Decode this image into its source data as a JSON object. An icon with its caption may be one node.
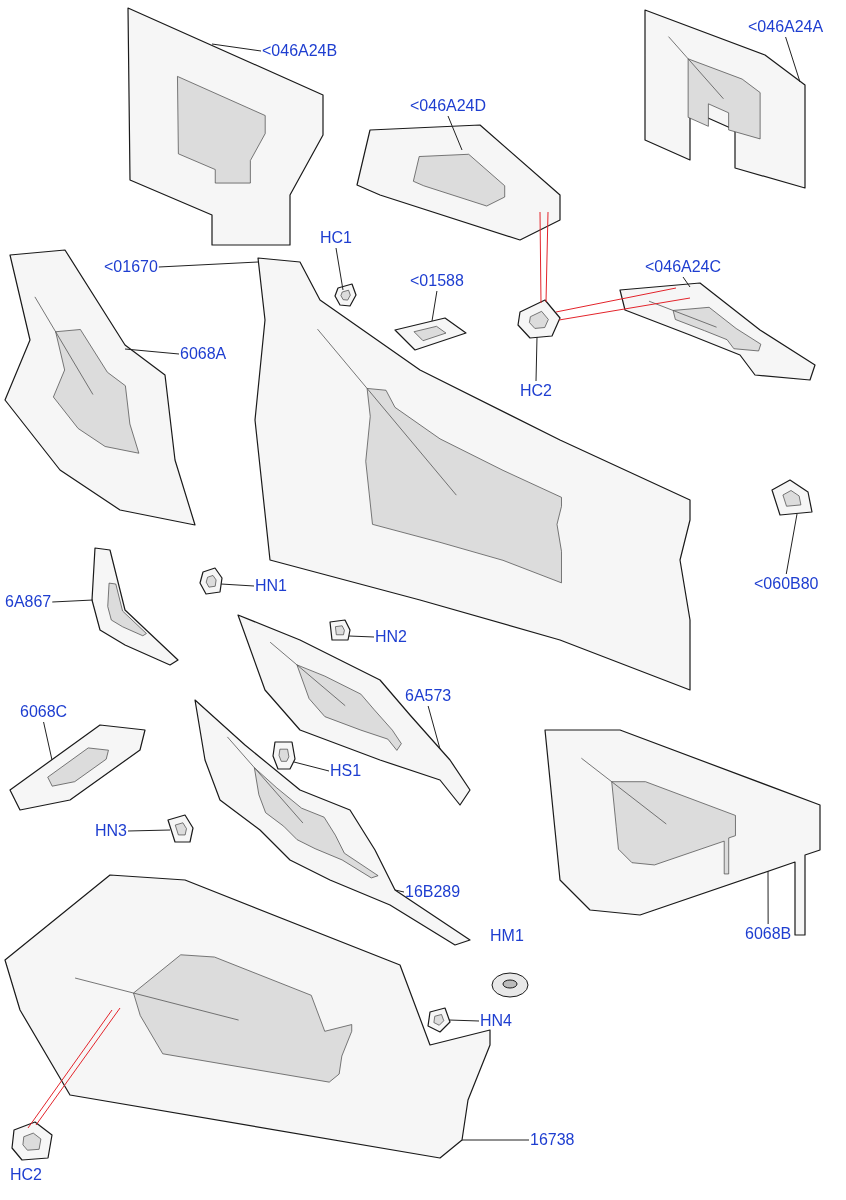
{
  "diagram": {
    "nodes": [
      {
        "text": [
          "<046A24B"
        ]
      },
      {
        "text": [],
        "shape": "picture"
      },
      {
        "text": [
          "<046A24A"
        ]
      },
      {
        "text": [],
        "shape": "picture"
      },
      {
        "text": [
          "<046A24D"
        ]
      },
      {
        "text": [],
        "shape": "picture"
      },
      {
        "text": [
          "HC1"
        ]
      },
      {
        "text": [],
        "shape": "picture"
      },
      {
        "text": [
          "<01670"
        ]
      },
      {
        "text": [],
        "shape": "picture"
      },
      {
        "text": [
          "<01588"
        ]
      },
      {
        "text": [],
        "shape": "picture"
      },
      {
        "text": [
          "<046A24C"
        ]
      },
      {
        "text": [],
        "shape": "picture"
      },
      {
        "text": [
          "HC2"
        ]
      },
      {
        "text": [],
        "shape": "picture"
      },
      {
        "text": [
          "6068A"
        ]
      },
      {
        "text": [],
        "shape": "picture"
      },
      {
        "text": [
          "<060B80"
        ]
      },
      {
        "text": [],
        "shape": "picture"
      },
      {
        "text": [
          "6A867"
        ]
      },
      {
        "text": [],
        "shape": "picture"
      },
      {
        "text": [
          "HN1"
        ]
      },
      {
        "text": [],
        "shape": "picture"
      },
      {
        "text": [
          "HN2"
        ]
      },
      {
        "text": [],
        "shape": "picture"
      },
      {
        "text": [
          "6A573"
        ]
      },
      {
        "text": [],
        "shape": "picture"
      },
      {
        "text": [
          "6068C"
        ]
      },
      {
        "text": [],
        "shape": "picture"
      },
      {
        "text": [
          "HS1"
        ]
      },
      {
        "text": [],
        "shape": "picture"
      },
      {
        "text": [
          "HN3"
        ]
      },
      {
        "text": [],
        "shape": "picture"
      },
      {
        "text": [
          "16B289"
        ]
      },
      {
        "text": [],
        "shape": "picture"
      },
      {
        "text": [
          "6068B"
        ]
      },
      {
        "text": [],
        "shape": "picture"
      },
      {
        "text": [
          "HN4"
        ]
      },
      {
        "text": [],
        "shape": "picture"
      },
      {
        "text": [],
        "shape": "picture",
        "beside": [
          "HC2"
        ]
      },
      {
        "text": [
          "16738"
        ]
      },
      {
        "text": [],
        "shape": "picture"
      }
    ],
    "edges": [
      {
        "from": 0,
        "to": 1,
        "arrow": "none"
      },
      {
        "from": 2,
        "to": 3,
        "arrow": "none"
      },
      {
        "from": 4,
        "to": 5,
        "arrow": "none"
      },
      {
        "from": 6,
        "to": 7,
        "arrow": "none"
      },
      {
        "from": 8,
        "to": 9,
        "arrow": "none"
      },
      {
        "from": 10,
        "to": 11,
        "arrow": "none"
      },
      {
        "from": 12,
        "to": 13,
        "arrow": "none"
      },
      {
        "from": 14,
        "to": 15,
        "arrow": "none"
      },
      {
        "from": 16,
        "to": 17,
        "arrow": "none"
      },
      {
        "from": 18,
        "to": 19,
        "arrow": "none"
      },
      {
        "from": 20,
        "to": 21,
        "arrow": "none"
      },
      {
        "from": 22,
        "to": 23,
        "arrow": "none"
      },
      {
        "from": 24,
        "to": 25,
        "arrow": "none"
      },
      {
        "from": 26,
        "to": 27,
        "arrow": "none"
      },
      {
        "from": 28,
        "to": 29,
        "arrow": "none"
      },
      {
        "from": 30,
        "to": 31,
        "arrow": "none"
      },
      {
        "from": 32,
        "to": 33,
        "arrow": "none"
      },
      {
        "from": 34,
        "to": 35,
        "arrow": "none"
      },
      {
        "from": 36,
        "to": 37,
        "arrow": "none"
      },
      {
        "from": 38,
        "to": 39,
        "arrow": "none"
      },
      {
        "from": 41,
        "to": 42,
        "arrow": "none"
      },
      {
        "from": 15,
        "to": 5,
        "arrow": "none",
        "color": "#e3242b"
      },
      {
        "from": 15,
        "to": 5,
        "arrow": "none",
        "color": "#e3242b"
      },
      {
        "from": 15,
        "to": 13,
        "arrow": "none",
        "color": "#e3242b"
      },
      {
        "from": 15,
        "to": 13,
        "arrow": "none",
        "color": "#e3242b"
      },
      {
        "from": 40,
        "to": 42,
        "arrow": "none",
        "color": "#e3242b"
      },
      {
        "from": 40,
        "to": 42,
        "arrow": "none",
        "color": "#e3242b"
      }
    ],
    "labels": [
      "HM1"
    ]
  }
}
